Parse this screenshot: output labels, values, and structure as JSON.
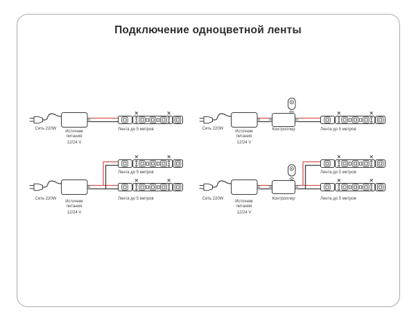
{
  "title": "Подключение одноцветной ленты",
  "labels": {
    "mains": "Сеть 220W",
    "psu_line1": "Источник",
    "psu_line2": "питания",
    "psu_line3": "12/24 V",
    "controller": "Контроллер",
    "strip": "Лента до 5 метров"
  },
  "icons": {
    "plug": "power-plug-icon",
    "psu": "power-supply-box",
    "controller": "controller-box",
    "remote": "remote-control-icon",
    "strip": "led-strip",
    "cut_mark": "x"
  },
  "colors": {
    "wire_positive": "#d4554e",
    "wire_negative": "#3a3a3a",
    "outline": "#3a3a3a",
    "frame_border": "#a9a9a9",
    "title_text": "#2d2d2d",
    "label_text": "#3f3f3f"
  },
  "diagrams": [
    {
      "id": "psu-single-strip",
      "has_controller": false,
      "strip_count": 1
    },
    {
      "id": "psu-controller-single-strip",
      "has_controller": true,
      "strip_count": 1
    },
    {
      "id": "psu-two-strips",
      "has_controller": false,
      "strip_count": 2
    },
    {
      "id": "psu-controller-two-strips",
      "has_controller": true,
      "strip_count": 2
    }
  ]
}
